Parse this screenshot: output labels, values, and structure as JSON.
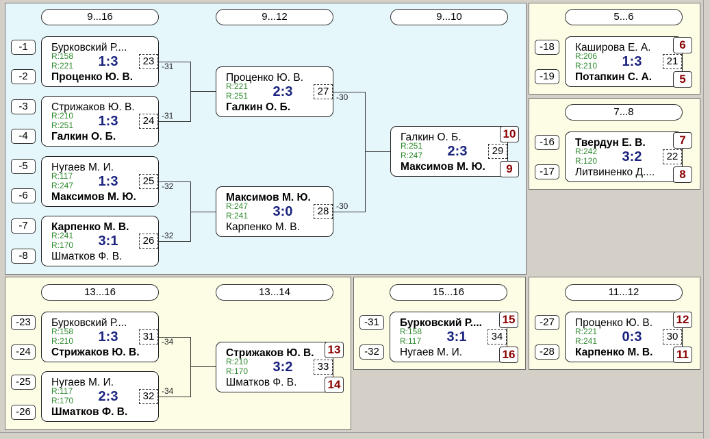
{
  "panels": {
    "main": {
      "headers": [
        "9...16",
        "9...12",
        "9...10"
      ],
      "seeds": [
        "-1",
        "-2",
        "-3",
        "-4",
        "-5",
        "-6",
        "-7",
        "-8"
      ],
      "matches": [
        {
          "p1": "Бурковский Р....",
          "r1": "R:158",
          "p2": "Проценко Ю. В.",
          "r2": "R:221",
          "score": "1:3",
          "num": "23",
          "dest": "-31"
        },
        {
          "p1": "Стрижаков Ю. В.",
          "r1": "R:210",
          "p2": "Галкин О. Б.",
          "r2": "R:251",
          "score": "1:3",
          "num": "24",
          "dest": "-31"
        },
        {
          "p1": "Нугаев М. И.",
          "r1": "R:117",
          "p2": "Максимов М. Ю.",
          "r2": "R:247",
          "score": "1:3",
          "num": "25",
          "dest": "-32"
        },
        {
          "p1": "Карпенко М. В.",
          "r1": "R:241",
          "p2": "Шматков Ф. В.",
          "r2": "R:170",
          "score": "3:1",
          "num": "26",
          "dest": "-32"
        },
        {
          "p1": "Проценко Ю. В.",
          "r1": "R:221",
          "p2": "Галкин О. Б.",
          "r2": "R:251",
          "score": "2:3",
          "num": "27",
          "dest": "-30"
        },
        {
          "p1": "Максимов М. Ю.",
          "r1": "R:247",
          "p2": "Карпенко М. В.",
          "r2": "R:241",
          "score": "3:0",
          "num": "28",
          "dest": "-30"
        },
        {
          "p1": "Галкин О. Б.",
          "r1": "R:251",
          "p2": "Максимов М. Ю.",
          "r2": "R:247",
          "score": "2:3",
          "num": "29",
          "place1": "10",
          "place2": "9"
        }
      ]
    },
    "p56": {
      "header": "5...6",
      "seeds": [
        "-18",
        "-19"
      ],
      "match": {
        "p1": "Каширова Е. А.",
        "r1": "R:206",
        "p2": "Потапкин С. А.",
        "r2": "R:210",
        "score": "1:3",
        "num": "21",
        "place1": "6",
        "place2": "5"
      }
    },
    "p78": {
      "header": "7...8",
      "seeds": [
        "-16",
        "-17"
      ],
      "match": {
        "p1": "Твердун Е. В.",
        "r1": "R:242",
        "p2": "Литвиненко Д....",
        "r2": "R:120",
        "score": "3:2",
        "num": "22",
        "place1": "7",
        "place2": "8"
      }
    },
    "p1316": {
      "headers": [
        "13...16",
        "13...14"
      ],
      "seeds": [
        "-23",
        "-24",
        "-25",
        "-26"
      ],
      "matches": [
        {
          "p1": "Бурковский Р....",
          "r1": "R:158",
          "p2": "Стрижаков Ю. В.",
          "r2": "R:210",
          "score": "1:3",
          "num": "31",
          "dest": "-34"
        },
        {
          "p1": "Нугаев М. И.",
          "r1": "R:117",
          "p2": "Шматков Ф. В.",
          "r2": "R:170",
          "score": "2:3",
          "num": "32",
          "dest": "-34"
        },
        {
          "p1": "Стрижаков Ю. В.",
          "r1": "R:210",
          "p2": "Шматков Ф. В.",
          "r2": "R:170",
          "score": "3:2",
          "num": "33",
          "place1": "13",
          "place2": "14"
        }
      ]
    },
    "p1516": {
      "header": "15...16",
      "seeds": [
        "-31",
        "-32"
      ],
      "match": {
        "p1": "Бурковский Р....",
        "r1": "R:158",
        "p2": "Нугаев М. И.",
        "r2": "R:117",
        "score": "3:1",
        "num": "34",
        "place1": "15",
        "place2": "16"
      }
    },
    "p1112": {
      "header": "11...12",
      "seeds": [
        "-27",
        "-28"
      ],
      "match": {
        "p1": "Проценко Ю. В.",
        "r1": "R:221",
        "p2": "Карпенко М. В.",
        "r2": "R:241",
        "score": "0:3",
        "num": "30",
        "place1": "12",
        "place2": "11"
      }
    }
  }
}
